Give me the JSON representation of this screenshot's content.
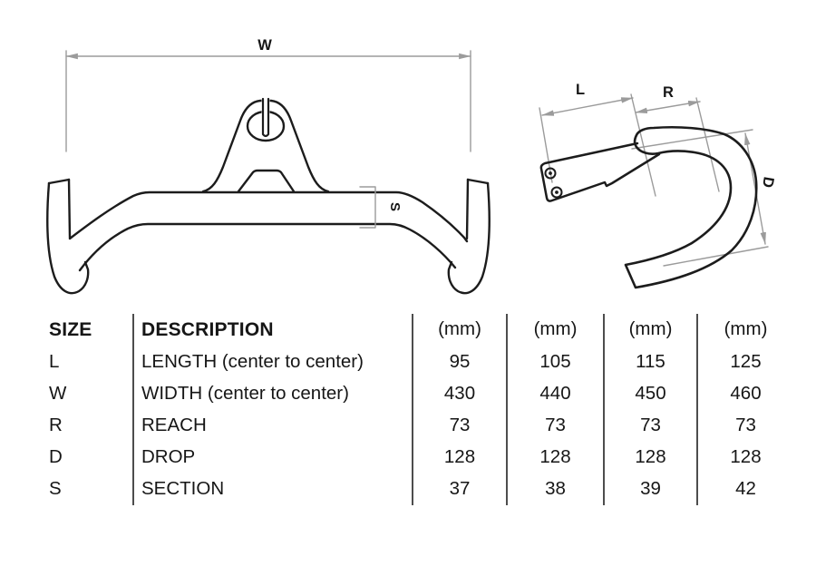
{
  "diagram_front": {
    "name": "handlebar front view technical drawing",
    "labels": {
      "width": "W",
      "section": "S"
    }
  },
  "diagram_side": {
    "name": "handlebar side view technical drawing",
    "labels": {
      "length": "L",
      "reach": "R",
      "drop": "D"
    }
  },
  "table": {
    "headers": {
      "size": "SIZE",
      "description": "DESCRIPTION",
      "units": [
        "(mm)",
        "(mm)",
        "(mm)",
        "(mm)"
      ]
    },
    "rows": [
      {
        "size": "L",
        "description": "LENGTH (center to center)",
        "values": [
          "95",
          "105",
          "115",
          "125"
        ]
      },
      {
        "size": "W",
        "description": "WIDTH (center to center)",
        "values": [
          "430",
          "440",
          "450",
          "460"
        ]
      },
      {
        "size": "R",
        "description": "REACH",
        "values": [
          "73",
          "73",
          "73",
          "73"
        ]
      },
      {
        "size": "D",
        "description": "DROP",
        "values": [
          "128",
          "128",
          "128",
          "128"
        ]
      },
      {
        "size": "S",
        "description": "SECTION",
        "values": [
          "37",
          "38",
          "39",
          "42"
        ]
      }
    ]
  },
  "chart_data": {
    "type": "table",
    "title": "Handlebar geometry by size",
    "columns": [
      "SIZE",
      "DESCRIPTION",
      "(mm)",
      "(mm)",
      "(mm)",
      "(mm)"
    ],
    "rows": [
      [
        "L",
        "LENGTH (center to center)",
        95,
        105,
        115,
        125
      ],
      [
        "W",
        "WIDTH (center to center)",
        430,
        440,
        450,
        460
      ],
      [
        "R",
        "REACH",
        73,
        73,
        73,
        73
      ],
      [
        "D",
        "DROP",
        128,
        128,
        128,
        128
      ],
      [
        "S",
        "SECTION",
        37,
        38,
        39,
        42
      ]
    ]
  },
  "colors": {
    "outline": "#1c1c1c",
    "dimension_line": "#9b9b9b",
    "table_divider": "#4d4d4d",
    "text": "#161616",
    "background": "#ffffff"
  }
}
